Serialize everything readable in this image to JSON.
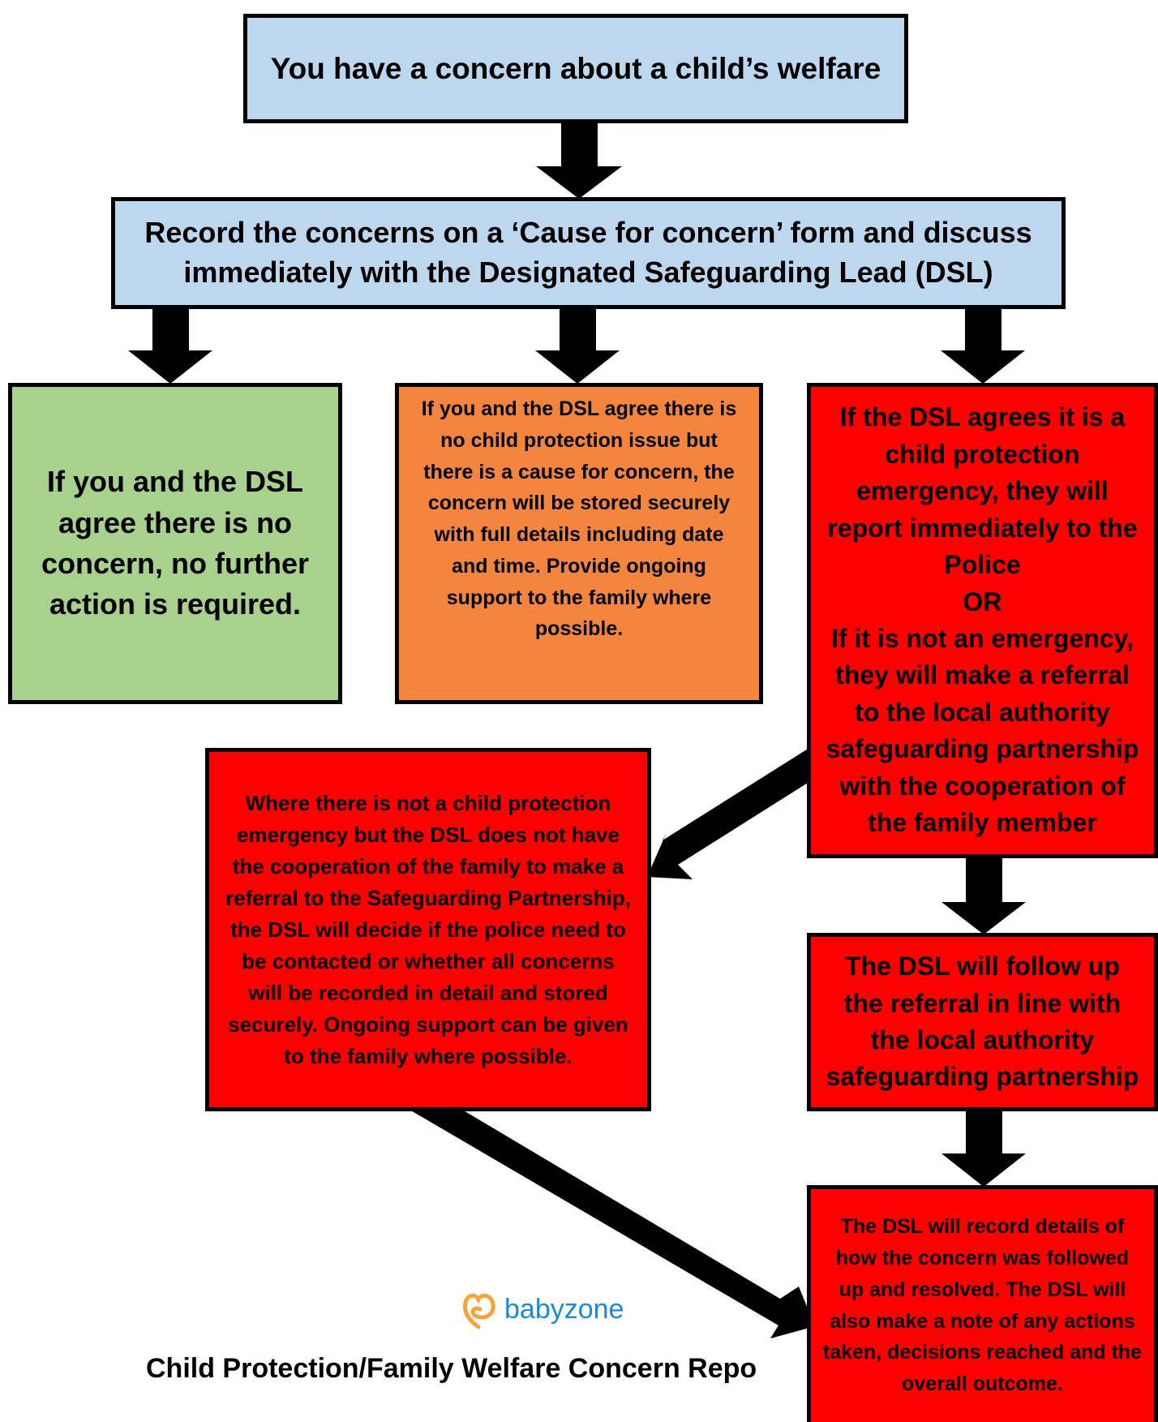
{
  "boxes": {
    "start": "You have a concern about a child’s welfare",
    "record": "Record the concerns on a ‘Cause for concern’ form and discuss immediately with the Designated Safeguarding Lead (DSL)",
    "no_concern": "If you and the DSL agree there is no concern, no further action is required.",
    "cause_for_concern": "If you and the DSL agree there is no child protection issue but there is a cause for concern, the concern will be stored securely with full details including date and time.  Provide ongoing support to the family where possible.",
    "emergency_part1": "If the DSL agrees it is a child protection emergency, they will report immediately to the Police",
    "emergency_or": "OR",
    "emergency_part2": "If it is not an emergency, they will make a referral to the local authority safeguarding partnership with the cooperation of the family member",
    "no_cooperation": "Where there is not a child protection emergency but the DSL does not have the cooperation of the family to make a referral to the Safeguarding Partnership, the DSL will decide if the police need to be contacted or whether all concerns will be recorded in detail and stored securely. Ongoing support can be given to the family where possible.",
    "follow_up": "The DSL will follow up the referral in line with the local authority safeguarding partnership",
    "record_outcome": "The DSL will record details of how the concern was followed up and resolved. The DSL will also make a note of any actions taken, decisions reached and the overall outcome."
  },
  "logo": {
    "text": "babyzone",
    "icon": "heart-logo-icon"
  },
  "footer": {
    "title": "Child Protection/Family Welfare Concern Repo"
  },
  "colors": {
    "blue": "#bdd7ee",
    "green": "#a9d18e",
    "orange": "#f4853e",
    "red": "#ff0000",
    "logo_blue": "#1a8ad6",
    "logo_orange": "#f4a43a"
  }
}
